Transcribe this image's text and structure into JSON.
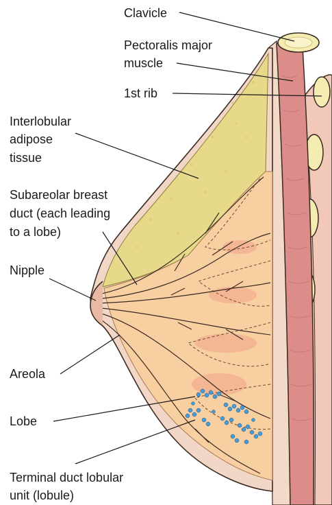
{
  "labels": {
    "clavicle": "Clavicle",
    "pectoralis_1": "Pectoralis major",
    "pectoralis_2": "muscle",
    "first_rib": "1st rib",
    "adipose_1": "Interlobular",
    "adipose_2": "adipose",
    "adipose_3": "tissue",
    "duct_1": "Subareolar breast",
    "duct_2": "duct (each leading",
    "duct_3": "to a lobe)",
    "nipple": "Nipple",
    "areola": "Areola",
    "lobe": "Lobe",
    "tdlu_1": "Terminal duct lobular",
    "tdlu_2": "unit (lobule)"
  },
  "colors": {
    "skin": "#f2d6c6",
    "adipose": "#e6d98a",
    "gland": "#f8cfa0",
    "muscle": "#dc8d8a",
    "bone": "#f4ecb0",
    "lobule": "#4a9bd4",
    "outline": "#3a2a22"
  }
}
